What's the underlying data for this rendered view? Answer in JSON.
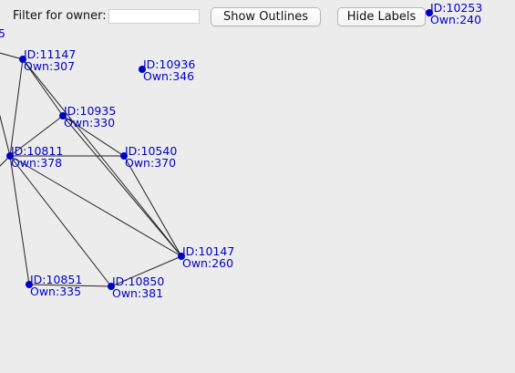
{
  "toolbar": {
    "filter_label": "Filter for owner:",
    "filter_value": "",
    "show_outlines_label": "Show Outlines",
    "hide_labels_label": "Hide Labels"
  },
  "graph": {
    "node_color": "#0000cc",
    "edge_color": "#222222",
    "nodes": [
      {
        "key": "n11147",
        "id_label": "ID:11147",
        "owner_label": "Own:307"
      },
      {
        "key": "n10936",
        "id_label": "ID:10936",
        "owner_label": "Own:346"
      },
      {
        "key": "n10935",
        "id_label": "ID:10935",
        "owner_label": "Own:330"
      },
      {
        "key": "n10811",
        "id_label": "ID:10811",
        "owner_label": "Own:378"
      },
      {
        "key": "n10540",
        "id_label": "ID:10540",
        "owner_label": "Own:370"
      },
      {
        "key": "n10147",
        "id_label": "ID:10147",
        "owner_label": "Own:260"
      },
      {
        "key": "n10851",
        "id_label": "ID:10851",
        "owner_label": "Own:335"
      },
      {
        "key": "n10850",
        "id_label": "ID:10850",
        "owner_label": "Own:381"
      },
      {
        "key": "n10253",
        "id_label": "ID:10253",
        "owner_label": "Own:240"
      }
    ],
    "edges": [
      [
        "n11147",
        "n10935"
      ],
      [
        "n11147",
        "n10811"
      ],
      [
        "n11147",
        "n10147"
      ],
      [
        "n10935",
        "n10811"
      ],
      [
        "n10935",
        "n10540"
      ],
      [
        "n10935",
        "n10147"
      ],
      [
        "n10811",
        "n10540"
      ],
      [
        "n10811",
        "n10147"
      ],
      [
        "n10811",
        "n10851"
      ],
      [
        "n10811",
        "n10850"
      ],
      [
        "n10540",
        "n10147"
      ],
      [
        "n10851",
        "n10850"
      ],
      [
        "n10850",
        "n10147"
      ]
    ],
    "cut_off_label": "5"
  }
}
